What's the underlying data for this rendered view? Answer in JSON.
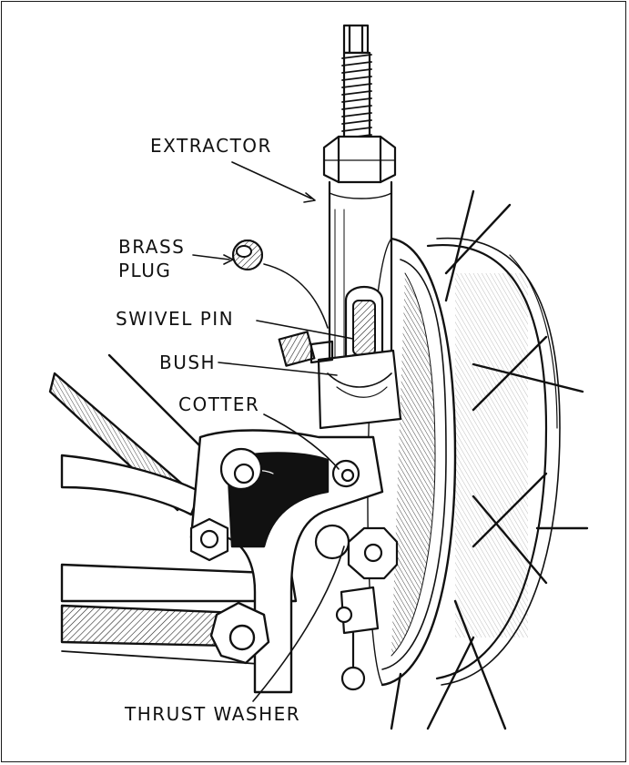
{
  "figure": {
    "ink_color": "#111111",
    "paper_color": "#ffffff",
    "labels": {
      "extractor": "EXTRACTOR",
      "brass_line1": "BRASS",
      "brass_line2": "PLUG",
      "swivel_pin": "SWIVEL PIN",
      "bush": "BUSH",
      "cotter": "COTTER",
      "thrust_washer": "THRUST WASHER"
    }
  }
}
